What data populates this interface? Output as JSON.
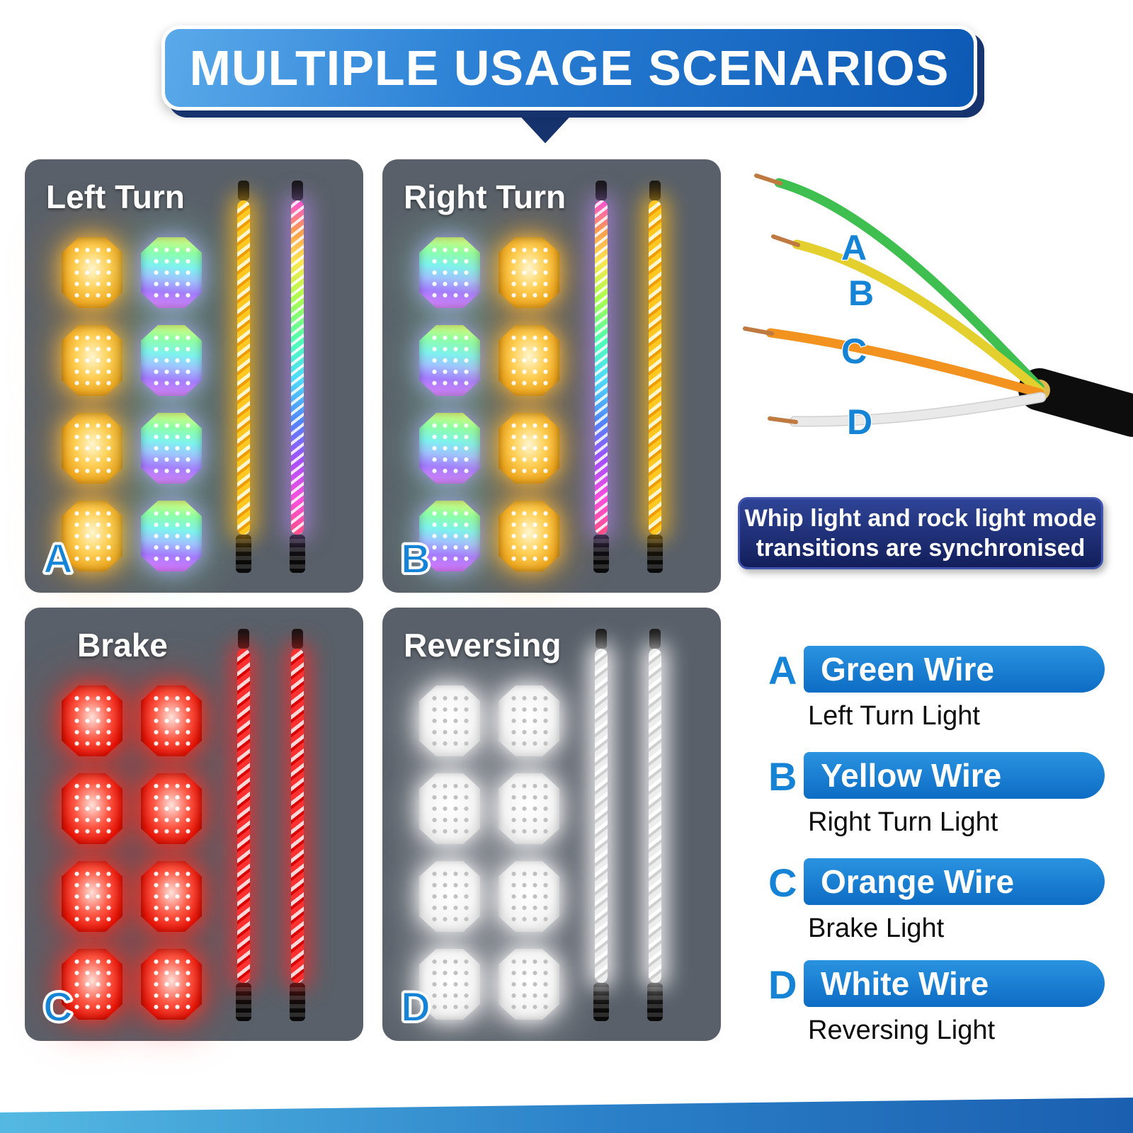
{
  "header": {
    "title": "MULTIPLE USAGE SCENARIOS"
  },
  "panels": [
    {
      "letter": "A",
      "title": "Left Turn"
    },
    {
      "letter": "B",
      "title": "Right Turn"
    },
    {
      "letter": "C",
      "title": "Brake"
    },
    {
      "letter": "D",
      "title": "Reversing"
    }
  ],
  "wires": [
    {
      "letter": "A",
      "color_name": "Green Wire",
      "function": "Left Turn Light",
      "color": "#3fbf4f"
    },
    {
      "letter": "B",
      "color_name": "Yellow Wire",
      "function": "Right Turn Light",
      "color": "#e3cf2e"
    },
    {
      "letter": "C",
      "color_name": "Orange Wire",
      "function": "Brake Light",
      "color": "#f2921f"
    },
    {
      "letter": "D",
      "color_name": "White Wire",
      "function": "Reversing Light",
      "color": "#e9e9e9"
    }
  ],
  "note": {
    "line1": "Whip light and rock light mode",
    "line2": "transitions are synchronised"
  },
  "colors": {
    "accent_blue": "#1583d6",
    "badge_navy": "#131f5c",
    "panel_gray": "#596069",
    "copper": "#bf7a42"
  }
}
